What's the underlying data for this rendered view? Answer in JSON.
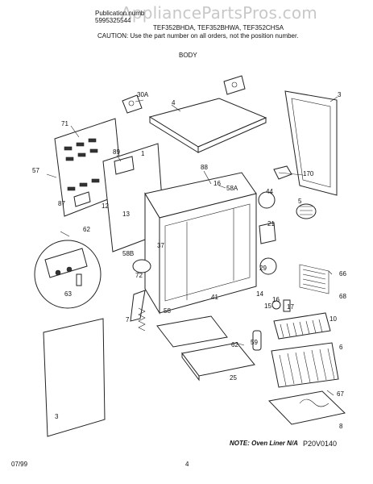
{
  "header": {
    "publication_label": "Publication numb",
    "publication_number": "5995325544",
    "models": "TEF352BHDA, TEF352BHWA, TEF352CHSA",
    "caution": "CAUTION: Use the part number on all orders, not the position number.",
    "section_title": "BODY"
  },
  "watermark": "AppliancePartsPros.com",
  "callouts": [
    "30A",
    "4",
    "3",
    "71",
    "89",
    "1",
    "57",
    "88",
    "16",
    "58A",
    "170",
    "44",
    "87",
    "12",
    "5",
    "13",
    "21",
    "62",
    "37",
    "58B",
    "29",
    "66",
    "72",
    "14",
    "16",
    "63",
    "41",
    "15",
    "17",
    "68",
    "7",
    "58",
    "10",
    "59",
    "62",
    "6",
    "25",
    "67",
    "3",
    "8"
  ],
  "footer": {
    "note": "NOTE: Oven Liner N/A",
    "diagram_code": "P20V0140",
    "date": "07/99",
    "page_number": "4"
  }
}
